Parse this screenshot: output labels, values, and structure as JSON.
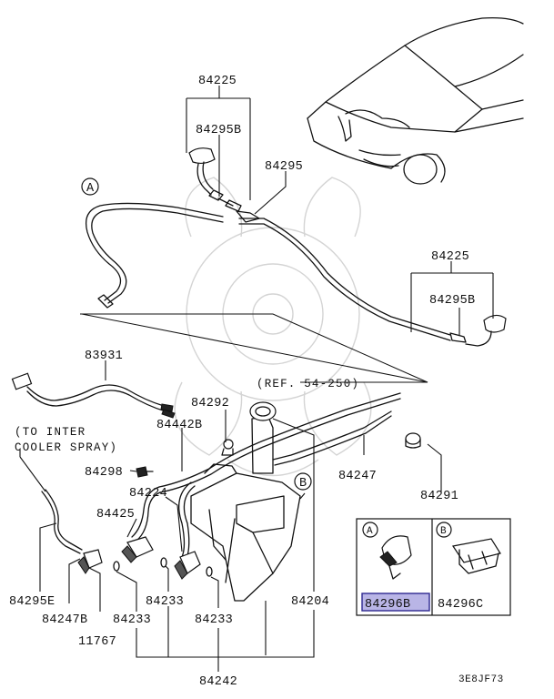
{
  "diagram": {
    "part_labels": {
      "p84225_top": "84225",
      "p84295B_top": "84295B",
      "p84295": "84295",
      "p84225_right": "84225",
      "p84295B_right": "84295B",
      "p83931": "83931",
      "p84292": "84292",
      "p84442B": "84442B",
      "p84298": "84298",
      "p84224": "84224",
      "p84425": "84425",
      "p84247": "84247",
      "p84291": "84291",
      "p84295E": "84295E",
      "p84247B": "84247B",
      "p11767": "11767",
      "p84233_a": "84233",
      "p84233_b": "84233",
      "p84233_c": "84233",
      "p84204": "84204",
      "p84242": "84242"
    },
    "ref_note": "(REF. 54-250)",
    "inter_note_line1": "(TO INTER",
    "inter_note_line2": "COOLER SPRAY)",
    "callout_A": "A",
    "callout_B": "B",
    "inset": {
      "a_letter": "A",
      "b_letter": "B",
      "a_part": "84296B",
      "b_part": "84296C",
      "highlight_color": "#b9b5e6"
    },
    "figure_code": "3E8JF73"
  }
}
